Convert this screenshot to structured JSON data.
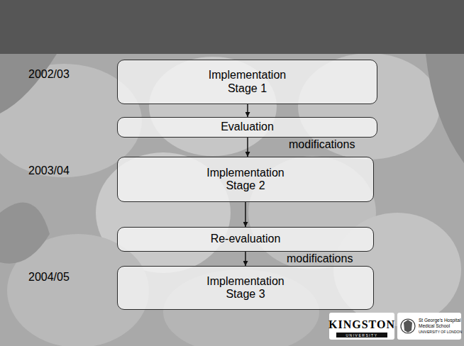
{
  "diagram": {
    "nodes": [
      {
        "text": [
          "Implementation Stage 1"
        ]
      },
      {
        "text": [
          "Evaluation"
        ]
      },
      {
        "text": [
          "Implementation Stage 2"
        ]
      },
      {
        "text": [
          "Re-evaluation"
        ]
      },
      {
        "text": [
          "Implementation Stage 3"
        ]
      }
    ],
    "edges": [
      {
        "from": 0,
        "to": 1,
        "arrow": "to"
      },
      {
        "from": 1,
        "to": 2,
        "label": "modifications",
        "arrow": "to"
      },
      {
        "from": 2,
        "to": 3,
        "arrow": "to"
      },
      {
        "from": 3,
        "to": 4,
        "label": "modifications",
        "arrow": "to"
      }
    ],
    "labels": [
      "2002/03",
      "2003/04",
      "2004/05",
      "KINGSTON",
      "UNIVERSITY",
      "St George's Hospital",
      "Medical School",
      "UNIVERSITY OF LONDON"
    ]
  }
}
